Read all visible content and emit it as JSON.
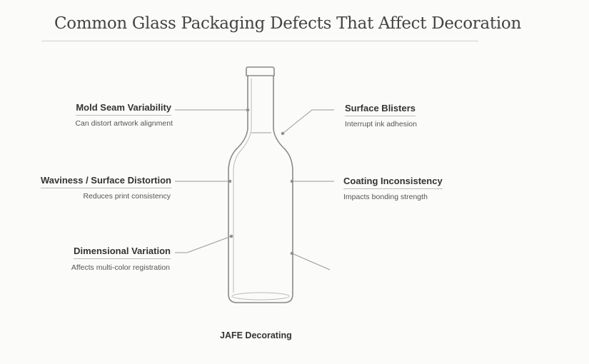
{
  "title": "Common Glass Packaging Defects That Affect Decoration",
  "defects": [
    {
      "name": "Mold Seam Variability",
      "effect": "Can distort artwork alignment"
    },
    {
      "name": "Waviness / Surface Distortion",
      "effect": "Reduces print consistency"
    },
    {
      "name": "Dimensional Variation",
      "effect": "Affects multi-color registration"
    },
    {
      "name": "Surface Blisters",
      "effect": "Interrupt ink adhesion"
    },
    {
      "name": "Coating Inconsistency",
      "effect": "Impacts bonding strength"
    }
  ],
  "footer": "JAFE Decorating"
}
